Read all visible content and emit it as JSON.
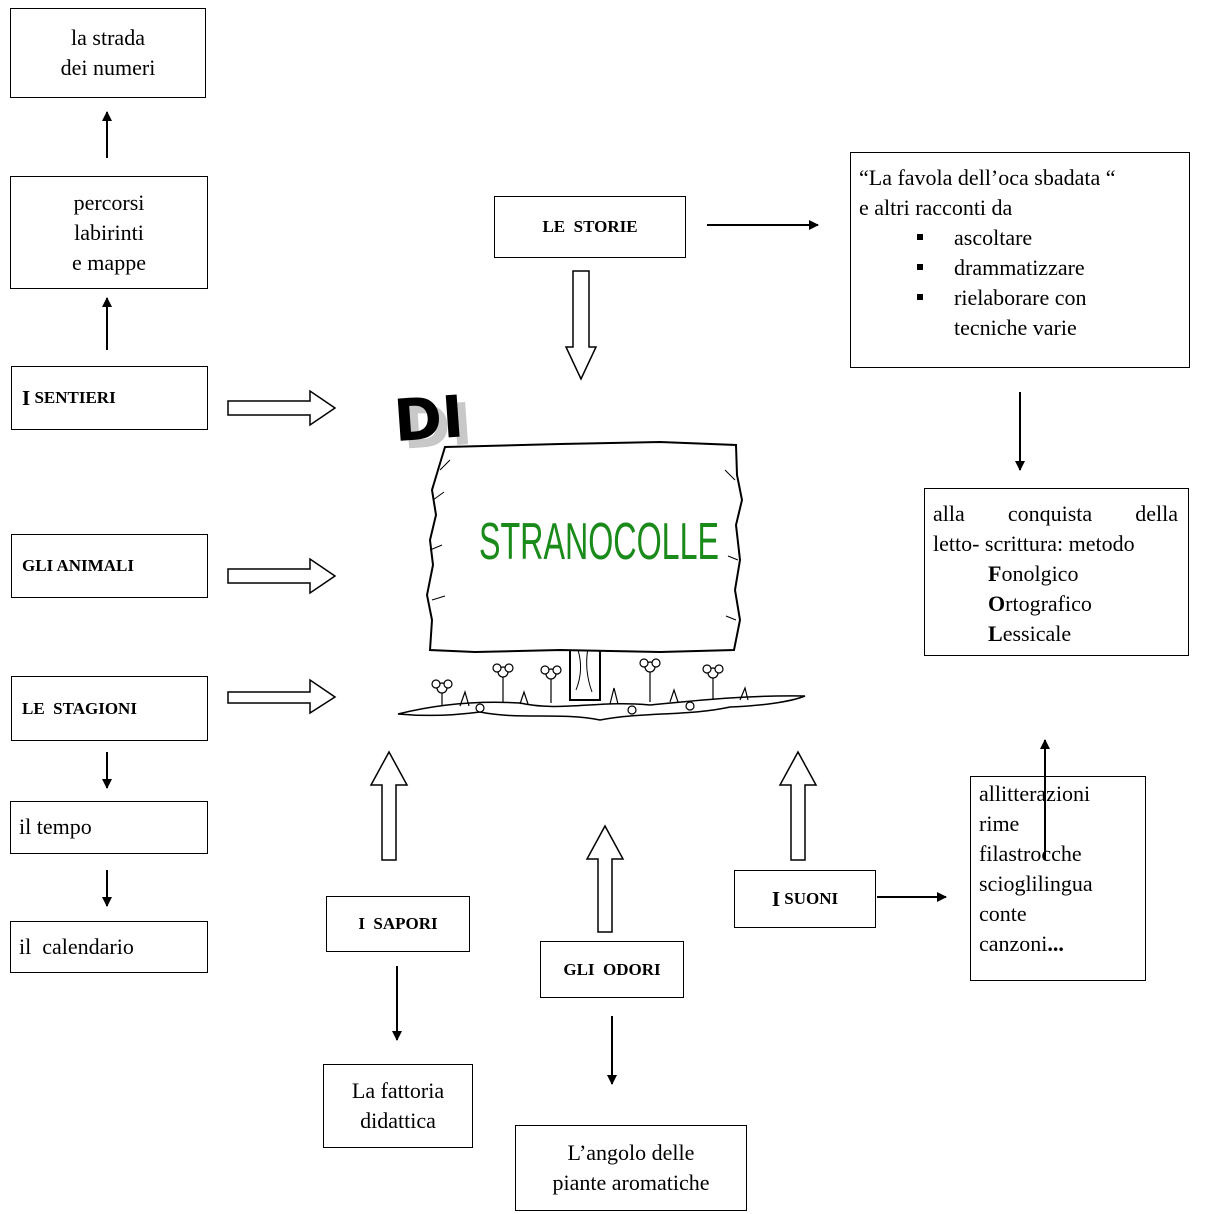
{
  "title_di": "DI",
  "title_main": "STRANOCOLLE",
  "nodes": {
    "strada": [
      "la strada",
      "dei numeri"
    ],
    "percorsi": [
      "percorsi",
      "labirinti",
      "e mappe"
    ],
    "sentieri": {
      "initial": "I",
      "rest": "SENTIERI"
    },
    "animali": "GLI ANIMALI",
    "stagioni": "LE  STAGIONI",
    "tempo": "il tempo",
    "calendario": "il  calendario",
    "storie": "LE  STORIE",
    "favola": {
      "line1": "“La favola dell’oca sbadata “",
      "line2": "e altri racconti da",
      "items": [
        "ascoltare",
        "drammatizzare",
        "rielaborare con tecniche varie"
      ]
    },
    "conquista": {
      "line1": [
        "alla",
        "conquista",
        "della"
      ],
      "line2": "letto- scrittura: metodo",
      "methods": [
        {
          "initial": "F",
          "rest": "onolgico"
        },
        {
          "initial": "O",
          "rest": "rtografico"
        },
        {
          "initial": "L",
          "rest": "essicale"
        }
      ]
    },
    "sapori": "I  SAPORI",
    "fattoria": [
      "La fattoria",
      "didattica"
    ],
    "odori": "GLI  ODORI",
    "angolo": [
      "L’angolo delle",
      "piante aromatiche"
    ],
    "suoni": {
      "initial": "I",
      "rest": "SUONI"
    },
    "rime": {
      "items": [
        "allitterazioni",
        "rime",
        "filastrocche",
        "scioglilingua",
        "conte"
      ],
      "last": "canzoni",
      "last_suffix": "..."
    }
  },
  "colors": {
    "title_main": "#1a8a1a",
    "stroke": "#000000",
    "sign_shadow": "#c8c8c8"
  }
}
